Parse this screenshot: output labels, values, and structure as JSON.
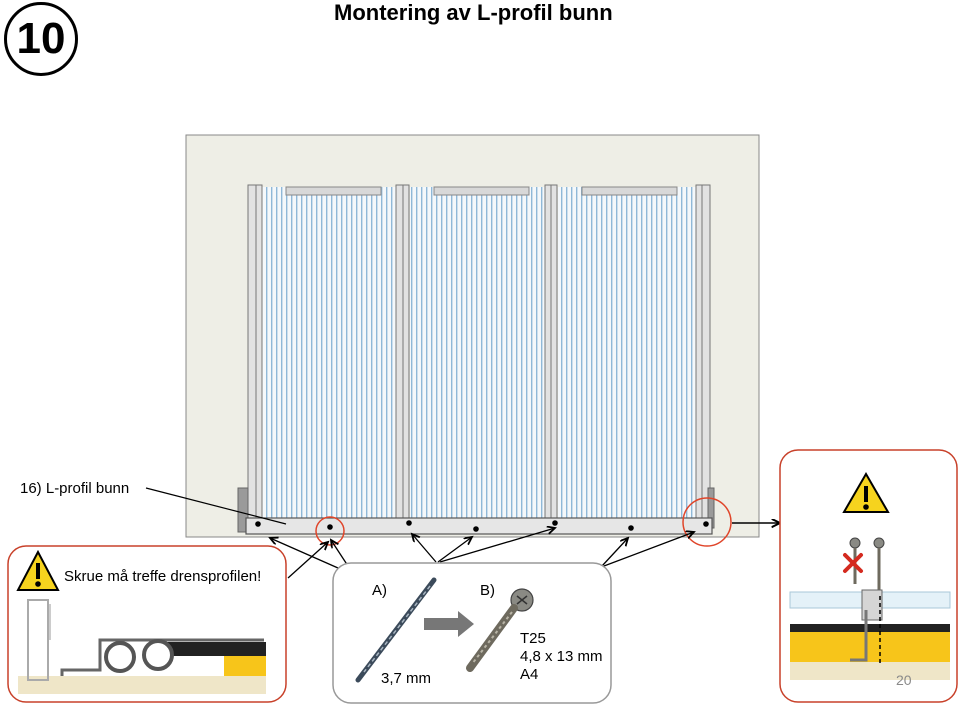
{
  "step": {
    "number": "10"
  },
  "title": "Montering av L-profil bunn",
  "callout": {
    "label": "16) L-profil bunn"
  },
  "warning": {
    "text": "Skrue må treffe drensprofilen!"
  },
  "fasteners": {
    "a_label": "A)",
    "b_label": "B)",
    "drill_size": "3,7 mm",
    "screw_lines": [
      "T25",
      "4,8 x 13 mm",
      "A4"
    ]
  },
  "page_number": "20",
  "colors": {
    "wall": "#eeeee6",
    "glazing_stripe": "#8fb8d8",
    "highlight_circle": "#e0452a",
    "panel_border": "#c8412a",
    "warning_yellow": "#f6d31e",
    "drain_profile": "#f7c51a"
  },
  "icons": [
    "warning-icon",
    "drill-bit-icon",
    "screw-icon",
    "arrow-icon",
    "cross-icon"
  ]
}
